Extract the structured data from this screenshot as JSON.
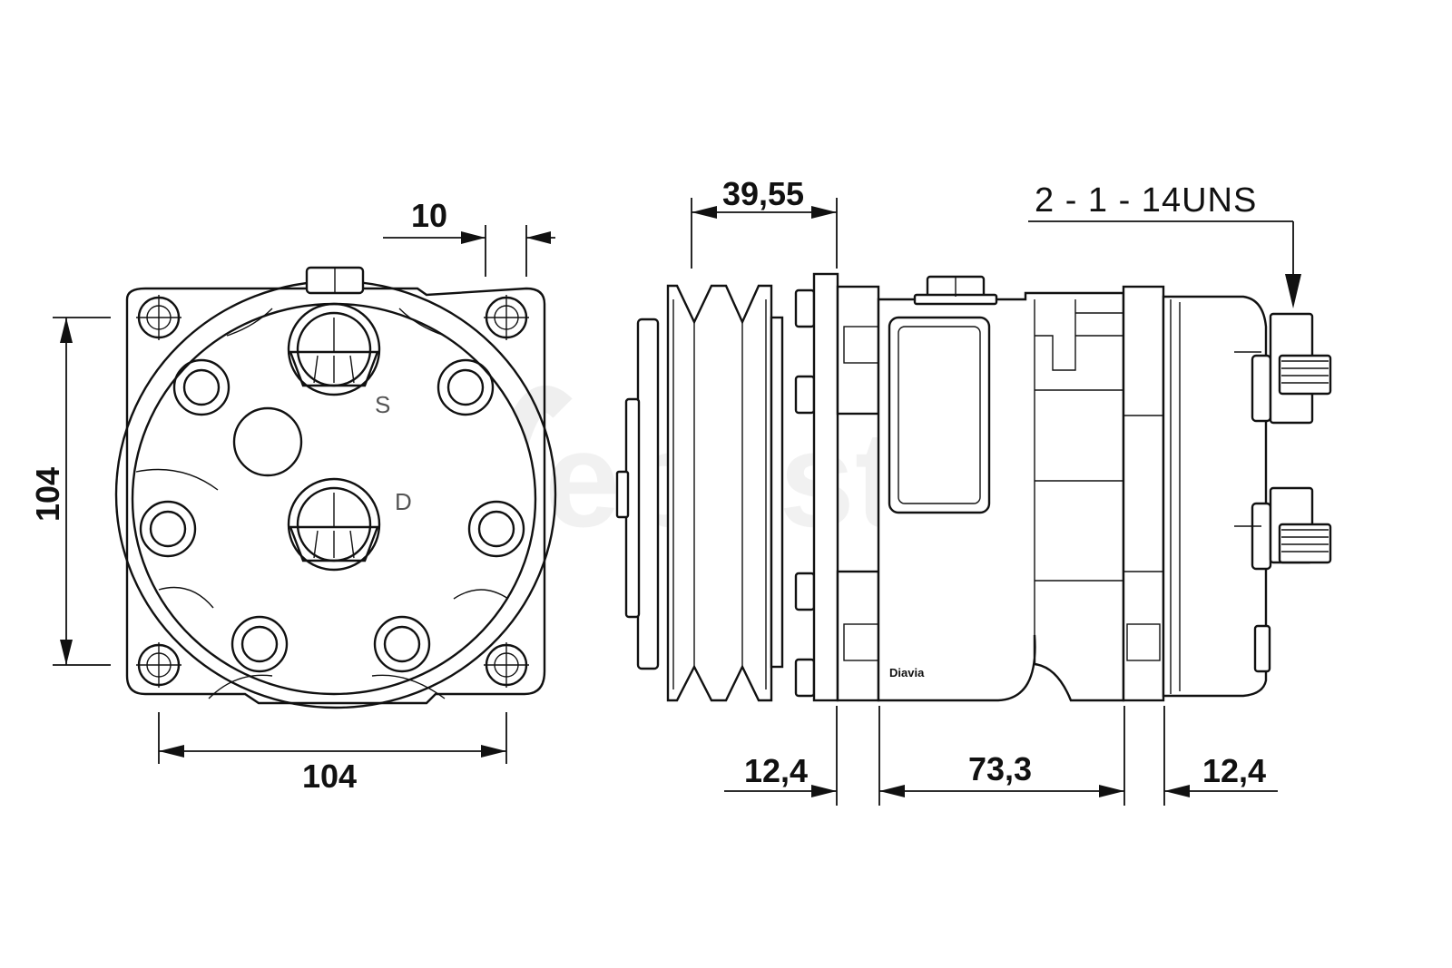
{
  "watermark": "ebasto",
  "front_view": {
    "port_suction": "S",
    "port_discharge": "D",
    "dim_height": "104",
    "dim_width": "104",
    "dim_offset": "10"
  },
  "side_view": {
    "dim_pulley": "39,55",
    "dim_left_flange": "12,4",
    "dim_body": "73,3",
    "dim_right_flange": "12,4",
    "thread_callout": "2  -  1  - 14UNS",
    "brand_label": "Diavia"
  }
}
